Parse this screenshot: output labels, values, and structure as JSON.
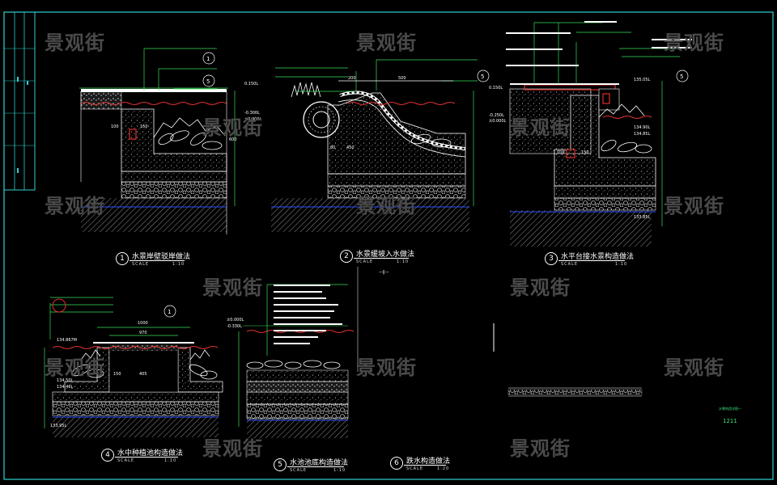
{
  "watermark": "景观街",
  "colors": {
    "border": "#32d0d0",
    "leader": "#36e05a",
    "water": "#e03030",
    "base": "#3050ff",
    "hatch": "#9a9a9a",
    "wall": "#ffffff",
    "detail3": "#e8e8e8",
    "label_magenta": "#e040e0"
  },
  "details": [
    {
      "num": "1",
      "title": "水景岸壁驳岸做法",
      "scale_label": "SCALE",
      "scale": "1:10"
    },
    {
      "num": "2",
      "title": "水景缓坡入水做法",
      "scale_label": "SCALE",
      "scale": "1:10"
    },
    {
      "num": "3",
      "title": "水平台接水景构造做法",
      "scale_label": "SCALE",
      "scale": "1:10"
    },
    {
      "num": "4",
      "title": "水中种植池构造做法",
      "scale_label": "SCALE",
      "scale": "1:10"
    },
    {
      "num": "5",
      "title": "水池池底构造做法",
      "scale_label": "SCALE",
      "scale": "1:10"
    },
    {
      "num": "6",
      "title": "跌水构造做法",
      "scale_label": "SCALE",
      "scale": "1:20"
    }
  ],
  "dims": {
    "d1": [
      "100",
      "150",
      "600",
      "0.150L",
      "-0.300L",
      "±0.000L"
    ],
    "d2": [
      "200",
      "500",
      "80",
      "450",
      "0.150L",
      "-0.250L",
      "±0.000L"
    ],
    "d3": [
      "135.05L",
      "134.90L",
      "134.85L",
      "133.85L",
      "100",
      "150"
    ],
    "d4": [
      "1000",
      "970",
      "150",
      "405",
      "134.867M",
      "134.50L",
      "134.40L",
      "133.95L"
    ],
    "d5": [
      "±0.000L",
      "-0.330L"
    ]
  },
  "sheet": {
    "number": "1211",
    "name": "水景构造详图一"
  }
}
